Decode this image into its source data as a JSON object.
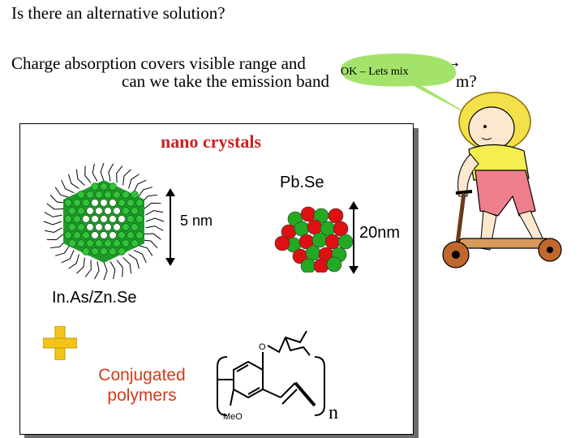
{
  "header": {
    "title": "Is there an alternative solution?",
    "line1": "Charge absorption covers visible range and",
    "line2": "can we take the emission band",
    "line2_end": "m?",
    "arrow": "→"
  },
  "bubble": {
    "text": "OK – Lets mix"
  },
  "panel": {
    "title": "nano crystals",
    "pbse_label": "Pb.Se",
    "size_small": "5 nm",
    "size_large": "20nm",
    "inas_label": "In.As/Zn.Se",
    "conjugated_label_line1": "Conjugated",
    "conjugated_label_line2": "polymers",
    "meo_label": "MeO",
    "o_label": "O",
    "n_label": "n"
  },
  "colors": {
    "title_red": "#cc2222",
    "conjugated_red": "#d23a1a",
    "plus_yellow": "#f2c418",
    "dot_green": "#22aa22",
    "dot_red": "#dd1111"
  },
  "icons": [
    "plus-icon",
    "arrow-right-icon",
    "double-arrow-icon",
    "child-on-scooter-illustration",
    "speech-bubble"
  ]
}
